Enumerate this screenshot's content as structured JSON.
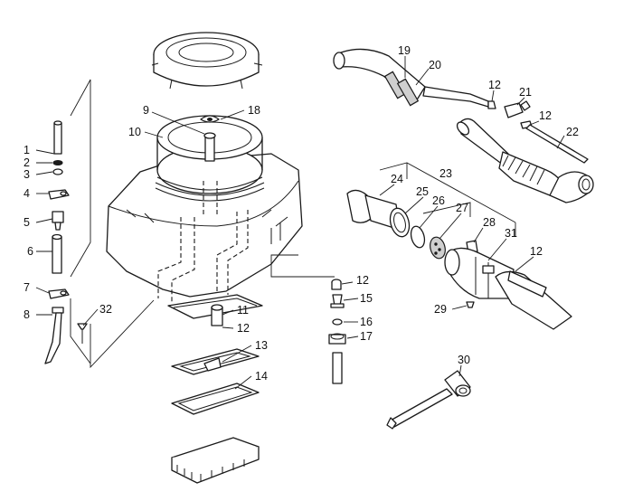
{
  "diagram": {
    "type": "exploded-parts-diagram",
    "line_color": "#1a1a1a",
    "background": "#ffffff",
    "callouts": [
      "1",
      "2",
      "3",
      "4",
      "5",
      "6",
      "7",
      "8",
      "9",
      "10",
      "11",
      "12",
      "13",
      "14",
      "15",
      "16",
      "17",
      "18",
      "19",
      "20",
      "21",
      "22",
      "23",
      "24",
      "25",
      "26",
      "27",
      "28",
      "29",
      "30",
      "31",
      "32"
    ],
    "callout_12_repeats": [
      "12",
      "12",
      "12",
      "12",
      "12"
    ]
  }
}
